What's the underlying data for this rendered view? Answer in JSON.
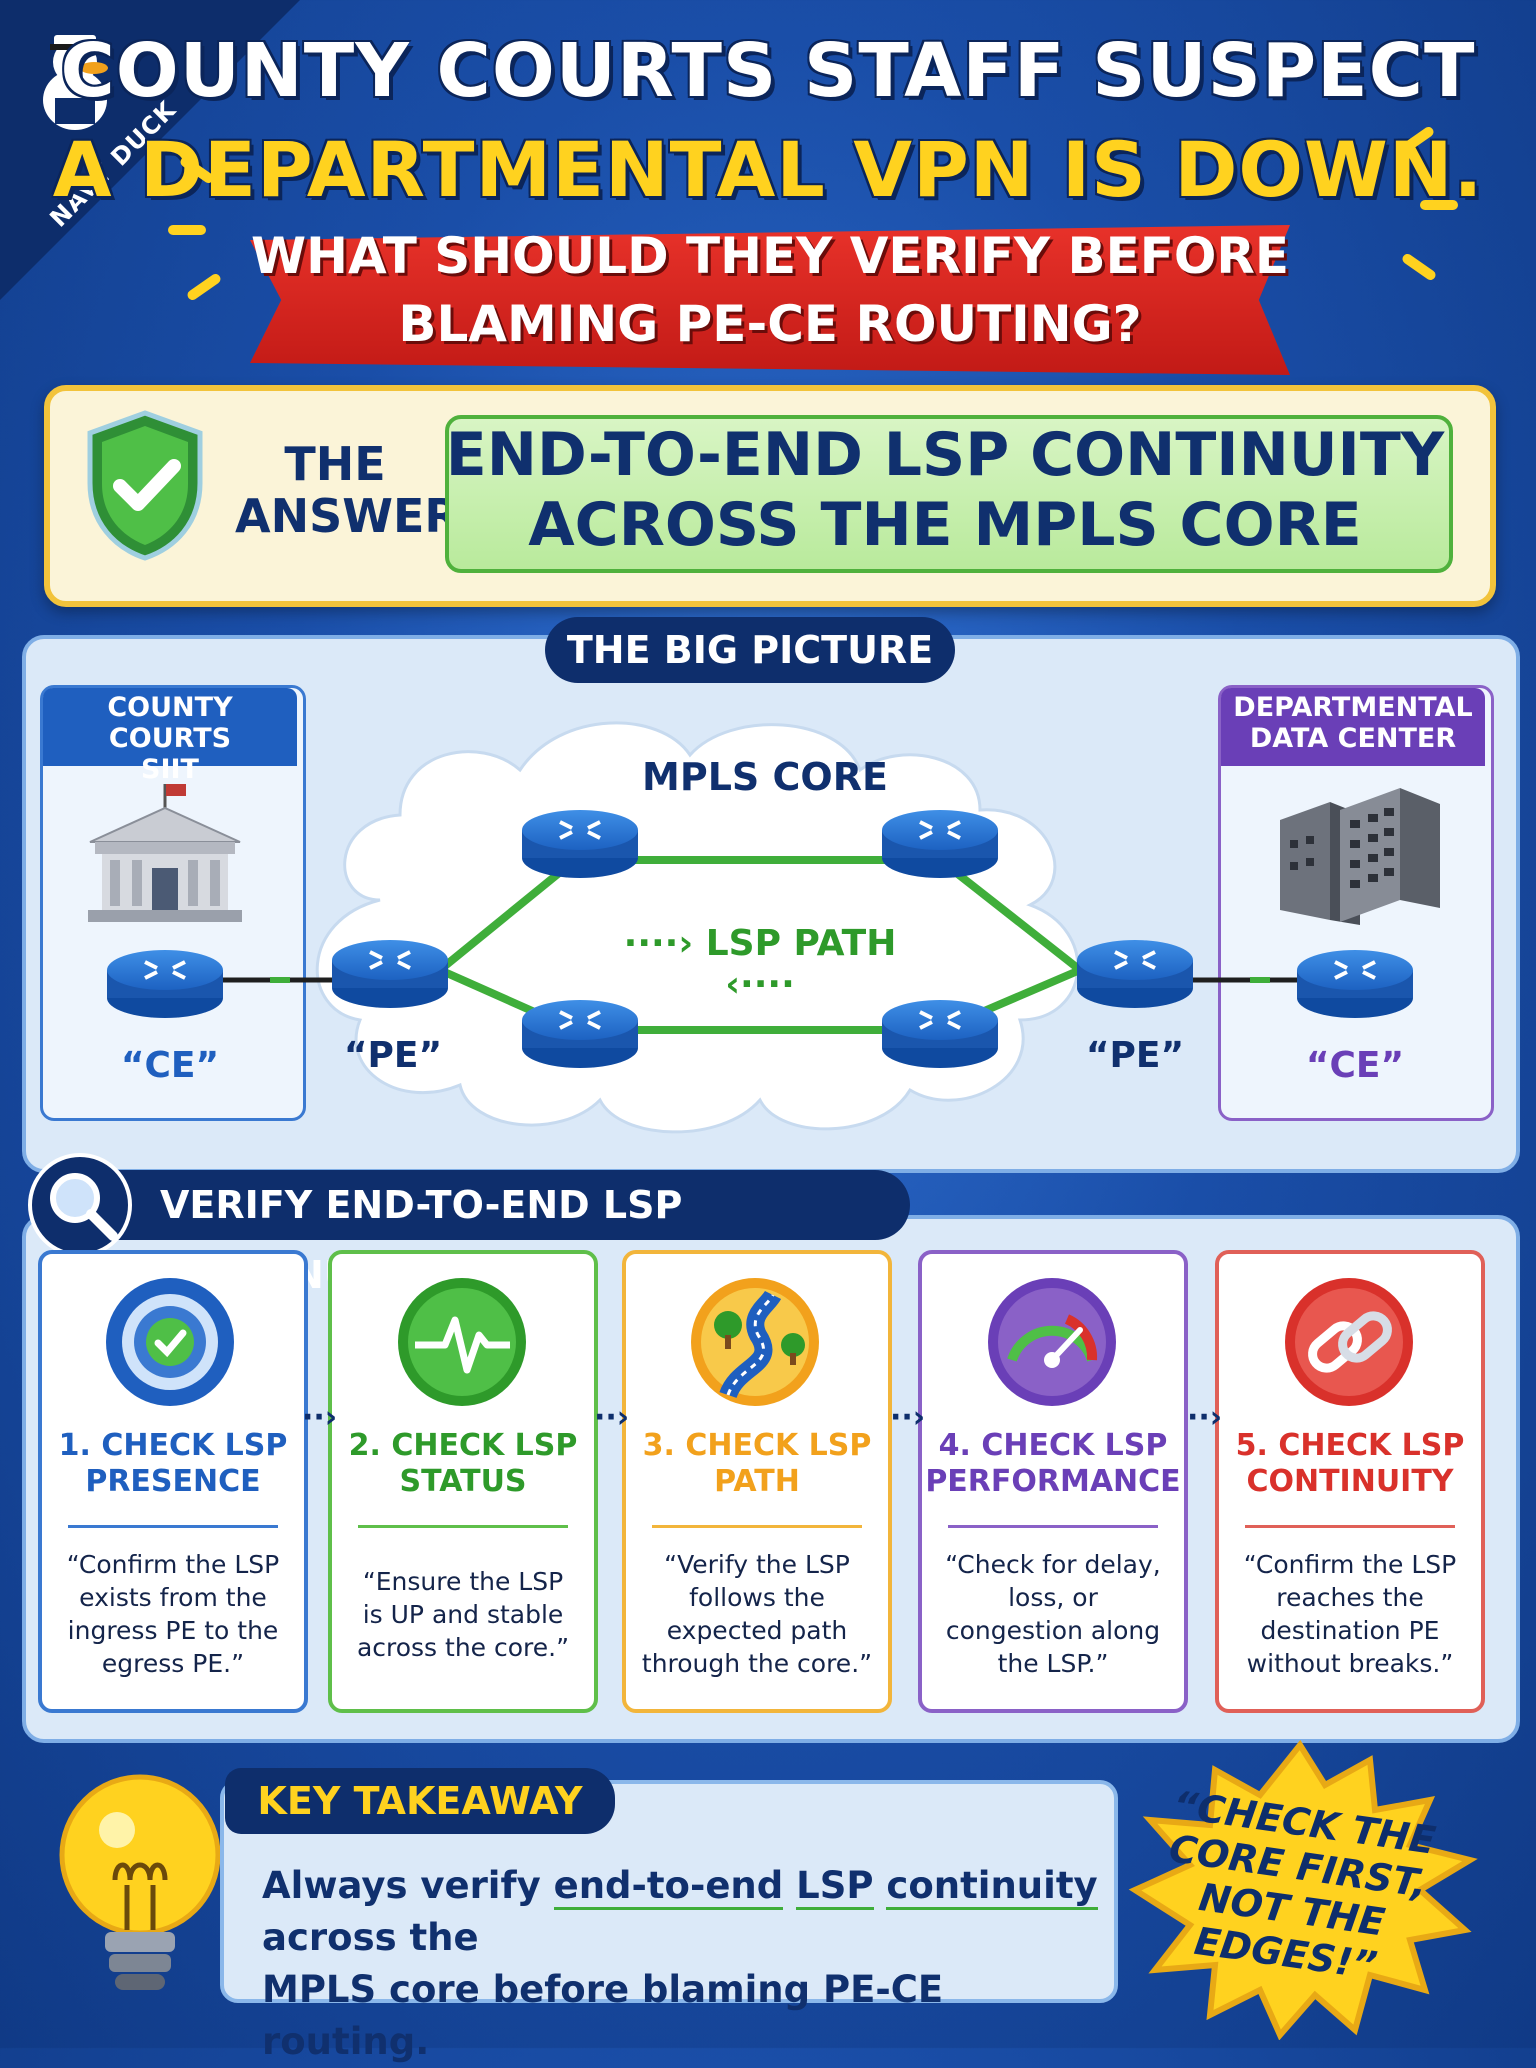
{
  "brand": "NAVY DUCK",
  "header": {
    "line1": "COUNTY COURTS STAFF SUSPECT",
    "line2": "A DEPARTMENTAL VPN IS DOWN.",
    "question_line1": "WHAT SHOULD THEY VERIFY BEFORE",
    "question_line2": "BLAMING PE-CE ROUTING?"
  },
  "answer": {
    "label_line1": "THE",
    "label_line2": "ANSWER:",
    "text_line1": "END-TO-END LSP CONTINUITY",
    "text_line2": "ACROSS THE MPLS CORE"
  },
  "big_picture": {
    "title": "THE BIG PICTURE",
    "left_site_line1": "COUNTY COURTS",
    "left_site_line2": "SIIT",
    "right_site_line1": "DEPARTMENTAL",
    "right_site_line2": "DATA CENTER",
    "core_label": "MPLS CORE",
    "lsp_label": "LSP PATH",
    "ce_left": "“CE”",
    "pe_left": "“PE”",
    "pe_right": "“PE”",
    "ce_right": "“CE”"
  },
  "verify": {
    "title": "VERIFY END-TO-END LSP CONTINUITY",
    "steps": [
      {
        "title_line1": "1. CHECK LSP",
        "title_line2": "PRESENCE",
        "desc": [
          "“Confirm the LSP",
          "exists from the",
          "ingress PE to the",
          "egress PE.”"
        ],
        "color": "#1f5fbf",
        "icon": "target-check-icon"
      },
      {
        "title_line1": "2. CHECK LSP",
        "title_line2": "STATUS",
        "desc": [
          "“Ensure the LSP",
          "is UP and stable",
          "across the core.”"
        ],
        "color": "#2e9a2a",
        "icon": "heartbeat-icon"
      },
      {
        "title_line1": "3. CHECK LSP",
        "title_line2": "PATH",
        "desc": [
          "“Verify the LSP",
          "follows the",
          "expected path",
          "through the core.”"
        ],
        "color": "#f2a11c",
        "icon": "road-path-icon"
      },
      {
        "title_line1": "4. CHECK LSP",
        "title_line2": "PERFORMANCE",
        "desc": [
          "“Check for delay,",
          "loss, or",
          "congestion along",
          "the LSP.”"
        ],
        "color": "#6a3fb7",
        "icon": "gauge-icon"
      },
      {
        "title_line1": "5. CHECK LSP",
        "title_line2": "CONTINUITY",
        "desc": [
          "“Confirm the LSP",
          "reaches the",
          "destination PE",
          "without breaks.”"
        ],
        "color": "#d9312b",
        "icon": "chain-link-icon"
      }
    ]
  },
  "takeaway": {
    "title": "KEY TAKEAWAY",
    "text_pre": "Always verify ",
    "text_u1": "end-to-end",
    "text_sp1": " ",
    "text_u2": "LSP",
    "text_sp2": " ",
    "text_u3": "continuity",
    "text_post": " across the",
    "text_line2": "MPLS core before blaming PE-CE routing."
  },
  "callout": {
    "line1": "“CHECK THE",
    "line2": "CORE FIRST,",
    "line3": "NOT THE",
    "line4": "EDGES!”"
  }
}
